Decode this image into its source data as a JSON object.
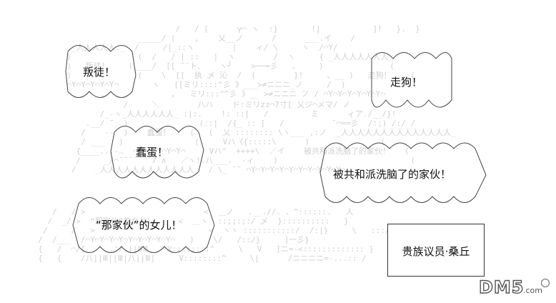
{
  "bubbles": {
    "traitor": "叛徒！",
    "running_dog": "走狗！",
    "idiot": "蠢蛋！",
    "brainwashed": "被共和派洗脑了的家伙！",
    "daughter": "“那家伙”的女儿！"
  },
  "caption_box": {
    "text": "贵族议员·桑丘"
  },
  "watermark": {
    "text": "DM5",
    "domain_suffix": ".com"
  },
  "ascii_art": {
    "top": "                         /   / [      γ⌒ ヽ  :}       !|           ]!   }.  }\n                 _____/ (    ,    乂__ノ      /      ___.イ    /\n  ._人人人人人._  /     /|_::ヽ        |    ィ/ \\     ヽ  /⌒Y/\n  )              (  /   / | ::   |  ヽ        /  ヽ     { _人人人人人人人_\n  )   叛徒！    (____/  [[ ˘¨ト、   ヽ┘    >──=彡   、    )              (\n  )              (    \\  [[  执 乄 沁  /  (        }!     、__ )   走狗！    (\n  ⌒Y⌒Y⌒Y⌒Y⌒Y⌒       ヽ   [[ミリ::::^彡 》___>≠ニニニ_ノ     /  )              (\n         ,              ,   ミリ:::^^彡 》__ >≠ニニニ ̄ノ / ⌒Y⌒Y⌒Y⌒Y⌒Y⌒Y⌒",
    "middle": "              /     ＼        八ハ    ド:ミリzz⌒7寸[ 乂ジ⌒メマ/ ノ\n         /_-ヽ_人人人人人人_ :|:.    !: ::[   /         ミ      ィア./__/}!\n      .__/ ˉ  )               (::|  /{_ :: [   /          ˉ⌒==彡  /:;) /:/ /\n     /    --  )    蠢蛋！    (   (  乂 :::::::: \\ヽ___ ,:ノ  _人人人人人人人人人人人人人人_\n     / ___   )               (     Vハ〈{:::::\\      )               (\n    {____...-‥  ⌒Y⌒Y⌒Y⌒Y⌒Y⌒     Vハ^  ++++\\  ／イ    被共和派洗脑了的家伙！   (\n    /     _/⌒˘˘˘˘˘˘˘7 ∧   ／ヽ!.八___.  -ィ    )                            (\n   /    _人人人人人人人人人人人人_  / \\_ ̄ ̄  ⌒Y⌒Y⌒Y⌒Y⌒Y⌒Y⌒Y⌒Y⌒Y⌒Y⌒",
    "bottom": "     /   / >                         <  ＿ノ   .__.//. 、^::::::.   人\n    /  _/ >  “那家伙”的女儿！     <  ＿ヽ  ::;;:;:/ 乄  }::::::::::   }\n   /     /   >                        <  ヽヽ :::::::::::/  /:|}     \\   :::/   /\n  /  /___  /⌒Y⌒Y⌒Y⌒Y⌒Y⌒Y⌒Y⌒Y⌒Y⌒   )    \\/   /::/}     ]一彡}\n  {   /  ⌒/[     ,'/.||ⅢⅢ    V::::::::^     \\   V   ]ニ=-<::::::::::::: }\n  {   {    /八||Ⅲ||Ⅲ|八||Ⅲ|     V::::::::^     \\|      /ニニニニ=-...:: /"
  }
}
